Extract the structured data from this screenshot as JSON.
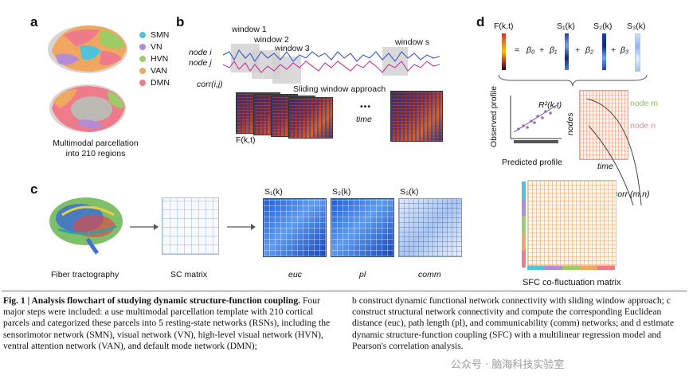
{
  "panels": {
    "a": "a",
    "b": "b",
    "c": "c",
    "d": "d"
  },
  "panel_a": {
    "legend": [
      {
        "label": "SMN",
        "color": "#4fc3d9"
      },
      {
        "label": "VN",
        "color": "#b58ad6"
      },
      {
        "label": "HVN",
        "color": "#9ccc65"
      },
      {
        "label": "VAN",
        "color": "#f0a860"
      },
      {
        "label": "DMN",
        "color": "#ef7b8a"
      }
    ],
    "caption_line1": "Multimodal parcellation",
    "caption_line2": "into 210 regions"
  },
  "panel_b": {
    "windows": [
      "window 1",
      "window 2",
      "window 3",
      "window s"
    ],
    "node_i": "node i",
    "node_j": "node j",
    "corr": "corr(i,j)",
    "approach": "Sliding window approach",
    "ellipsis": "•••",
    "time": "time",
    "fkt": "F(k,t)"
  },
  "panel_c": {
    "fiber": "Fiber tractography",
    "sc": "SC matrix",
    "s1": "S₁(k)",
    "s2": "S₂(k)",
    "s3": "S₃(k)",
    "euc": "euc",
    "pl": "pl",
    "comm": "comm"
  },
  "panel_d": {
    "fkt": "F(k,t)",
    "s1": "S₁(k)",
    "s2": "S₂(k)",
    "s3": "S₃(k)",
    "eq": "=",
    "b0": "β₀",
    "plus1": "+",
    "b1": "β₁",
    "plus2": "+",
    "b2": "β₂",
    "plus3": "+",
    "b3": "β₃",
    "observed": "Observed profile",
    "predicted": "Predicted profile",
    "r2": "R²(k,t)",
    "nodes": "nodes",
    "time": "time",
    "node_m": "node m",
    "node_n": "node n",
    "corr_mn": "corr (m,n)",
    "sfc": "SFC co-fluctuation matrix"
  },
  "caption": {
    "fig_label": "Fig. 1 | Analysis flowchart of studying dynamic structure-function coupling.",
    "left_rest": " Four major steps were included: a use multimodal parcellation template with 210 cortical parcels and categorized these parcels into 5 resting-state networks (RSNs), including the sensorimotor network (SMN), visual network (VN), high-level visual network (HVN), ventral attention network (VAN), and default mode network (DMN);",
    "right": "b construct dynamic functional network connectivity with sliding window approach; c construct structural network connectivity and compute the corresponding Euclidean distance (euc), path length (pl), and communicability (comm) networks; and d estimate dynamic structure-function coupling (SFC) with a multilinear regression model and Pearson's correlation analysis."
  },
  "watermark": "公众号 · 脑海科技实验室"
}
